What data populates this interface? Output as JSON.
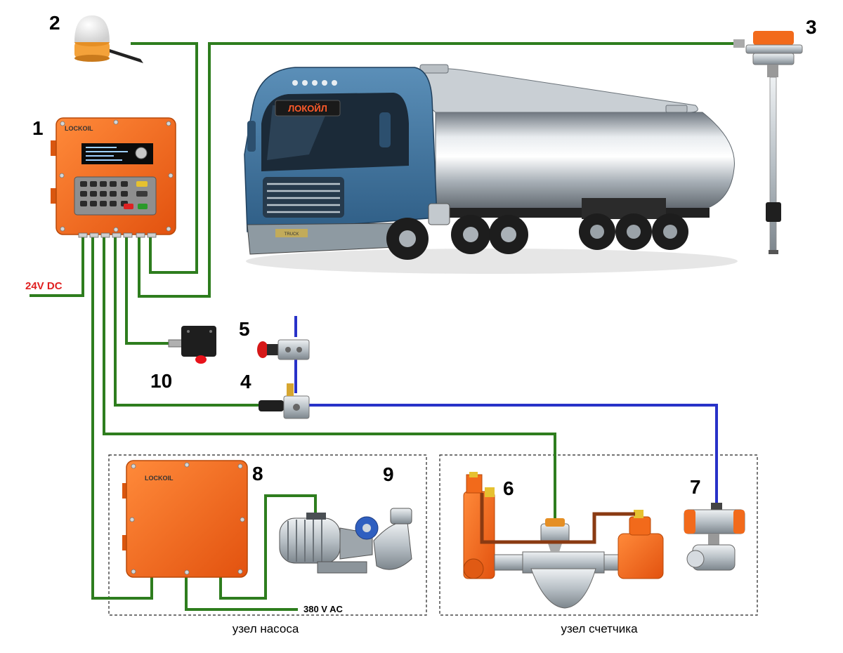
{
  "labels": {
    "n1": "1",
    "n2": "2",
    "n3": "3",
    "n4": "4",
    "n5": "5",
    "n6": "6",
    "n7": "7",
    "n8": "8",
    "n9": "9",
    "n10": "10"
  },
  "power_dc": "24V DC",
  "power_ac": "380 V AC",
  "truck_plate": "ЛОКОЙЛ",
  "truck_badge": "TRUCK",
  "brand_logo": "LOCKOIL",
  "zones": {
    "pump": "узел насоса",
    "meter": "узел счетчика"
  },
  "colors": {
    "signal_cable": "#2e7d1e",
    "pneumatic_line": "#2832c8",
    "meter_pipe": "#8a3a12",
    "enclosure": "#f26a1b",
    "power_text": "#e02020"
  }
}
